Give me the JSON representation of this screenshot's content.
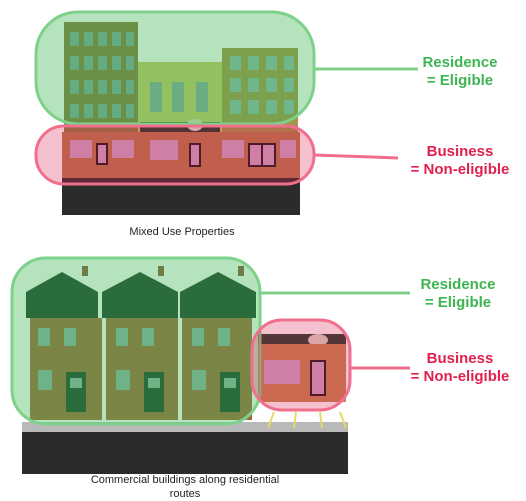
{
  "panel1": {
    "residence_label_line1": "Residence",
    "residence_label_line2": "= Eligible",
    "business_label_line1": "Business",
    "business_label_line2": "= Non-eligible",
    "caption": "Mixed Use Properties"
  },
  "panel2": {
    "residence_label_line1": "Residence",
    "residence_label_line2": "= Eligible",
    "business_label_line1": "Business",
    "business_label_line2": "= Non-eligible",
    "caption_line1": "Commercial buildings along residential",
    "caption_line2": "routes"
  },
  "colors": {
    "residence_green": "#3db552",
    "business_red": "#e0214f"
  }
}
